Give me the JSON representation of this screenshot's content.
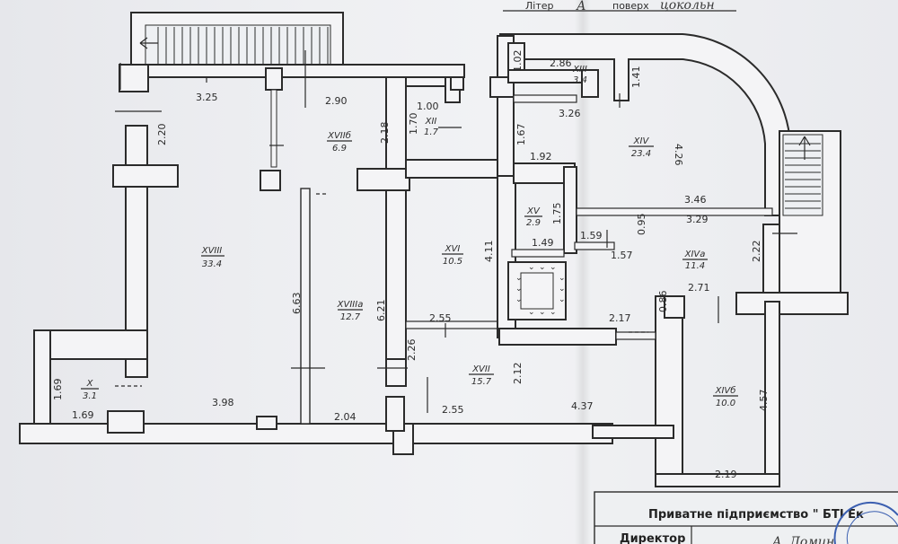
{
  "header": {
    "field_label_1": "Літер",
    "field_value_1": "А",
    "field_label_2": "поверх",
    "field_value_2": "цокольн"
  },
  "rooms": [
    {
      "id": "room-xviii",
      "no": "XVIII",
      "area": "33.4"
    },
    {
      "id": "room-xviiia",
      "no": "XVIIIа",
      "area": "12.7"
    },
    {
      "id": "room-xviib",
      "no": "XVIIб",
      "area": "6.9"
    },
    {
      "id": "room-xii",
      "no": "XII",
      "area": "1.7"
    },
    {
      "id": "room-xvi",
      "no": "XVI",
      "area": "10.5"
    },
    {
      "id": "room-xv",
      "no": "XV",
      "area": "2.9"
    },
    {
      "id": "room-xvii",
      "no": "XVII",
      "area": "15.7"
    },
    {
      "id": "room-x",
      "no": "X",
      "area": "3.1"
    },
    {
      "id": "room-xiii",
      "no": "XIII",
      "area": "3.4"
    },
    {
      "id": "room-xiv",
      "no": "XIV",
      "area": "23.4"
    },
    {
      "id": "room-xiva",
      "no": "XIVа",
      "area": "11.4"
    },
    {
      "id": "room-xivb",
      "no": "XIVб",
      "area": "10.0"
    }
  ],
  "dimensions": [
    "3.25",
    "2.90",
    "1.00",
    "2.20",
    "2.18",
    "1.70",
    "6.63",
    "6.21",
    "3.98",
    "2.04",
    "1.69",
    "1.69",
    "2.55",
    "2.26",
    "2.12",
    "2.55",
    "4.37",
    "4.11",
    "1.92",
    "1.75",
    "1.49",
    "1.67",
    "3.26",
    "2.86",
    "1.02",
    "1.41",
    "4.26",
    "3.46",
    "3.29",
    "0.95",
    "1.59",
    "1.57",
    "2.22",
    "2.71",
    "0.86",
    "2.17",
    "4.57",
    "2.19"
  ],
  "footer": {
    "company": "Приватне підприємство \" БТІ Ек",
    "director_label": "Директор",
    "director_name": "А. Домин"
  }
}
